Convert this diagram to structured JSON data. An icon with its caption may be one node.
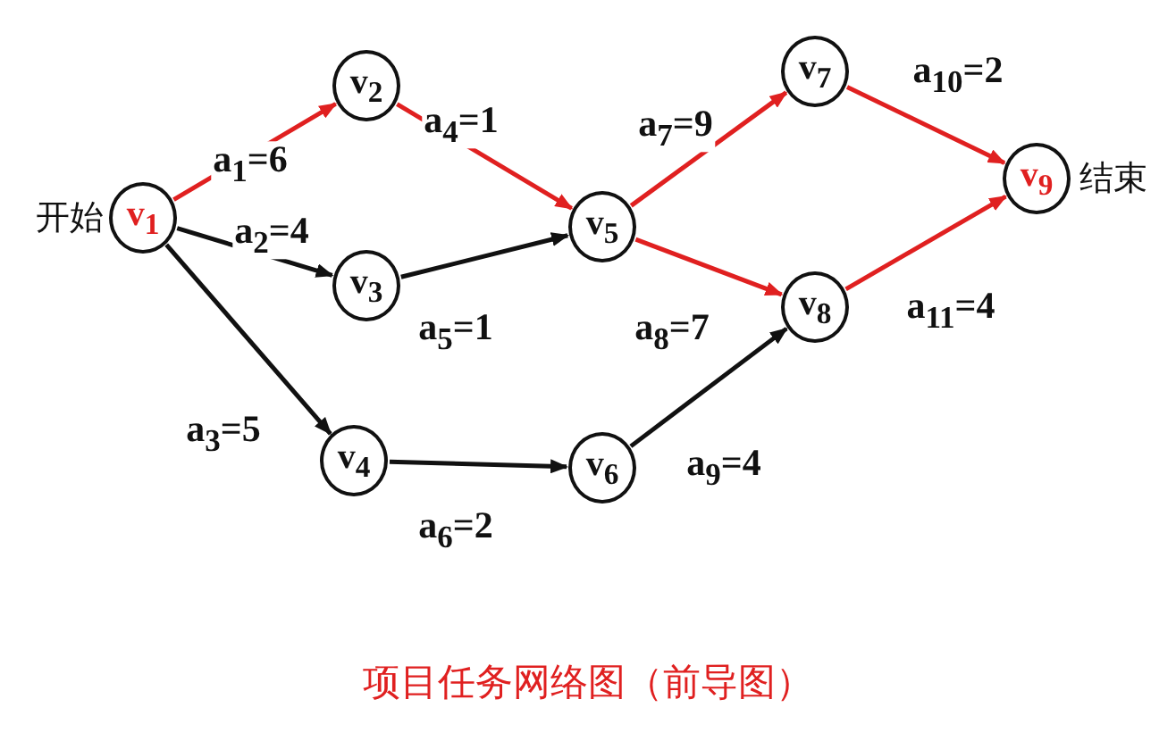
{
  "diagram": {
    "caption": "项目任务网络图（前导图）",
    "nodes": [
      {
        "text": [
          "v$_{1}$"
        ],
        "beside": [
          "开始"
        ]
      },
      {
        "text": [
          "v$_{2}$"
        ]
      },
      {
        "text": [
          "v$_{3}$"
        ]
      },
      {
        "text": [
          "v$_{4}$"
        ]
      },
      {
        "text": [
          "v$_{5}$"
        ]
      },
      {
        "text": [
          "v$_{6}$"
        ]
      },
      {
        "text": [
          "v$_{7}$"
        ]
      },
      {
        "text": [
          "v$_{8}$"
        ]
      },
      {
        "text": [
          "v$_{9}$"
        ],
        "beside": [
          "结束"
        ]
      }
    ],
    "edges": [
      {
        "from": 0,
        "to": 1,
        "arrow": "to",
        "label": "a$_{1}$=6"
      },
      {
        "from": 0,
        "to": 2,
        "arrow": "to",
        "label": "a$_{2}$=4",
        "color": "#111111"
      },
      {
        "from": 0,
        "to": 3,
        "arrow": "to",
        "label": "a$_{3}$=5",
        "color": "#111111"
      },
      {
        "from": 1,
        "to": 4,
        "arrow": "to",
        "label": "a$_{4}$=1"
      },
      {
        "from": 2,
        "to": 4,
        "arrow": "to",
        "label": "a$_{5}$=1",
        "color": "#111111"
      },
      {
        "from": 3,
        "to": 5,
        "arrow": "to",
        "label": "a$_{6}$=2",
        "color": "#111111"
      },
      {
        "from": 4,
        "to": 6,
        "arrow": "to",
        "label": "a$_{7}$=9"
      },
      {
        "from": 4,
        "to": 7,
        "arrow": "to",
        "label": "a$_{8}$=7"
      },
      {
        "from": 5,
        "to": 7,
        "arrow": "to",
        "label": "a$_{9}$=4",
        "color": "#111111"
      },
      {
        "from": 6,
        "to": 8,
        "arrow": "to",
        "label": "a$_{10}$=2"
      },
      {
        "from": 7,
        "to": 8,
        "arrow": "to",
        "label": "a$_{11}$=4"
      }
    ]
  }
}
